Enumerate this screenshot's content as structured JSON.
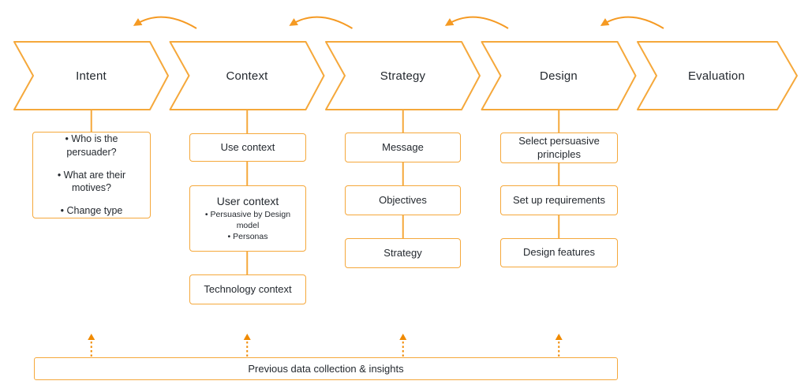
{
  "diagram": {
    "type": "process-flow",
    "stages": [
      {
        "label": "Intent"
      },
      {
        "label": "Context"
      },
      {
        "label": "Strategy"
      },
      {
        "label": "Design"
      },
      {
        "label": "Evaluation"
      }
    ],
    "columns": [
      {
        "stage": "Intent",
        "boxes": [
          {
            "bullets": [
              "Who is the persuader?",
              "What are their motives?",
              "Change type"
            ]
          }
        ]
      },
      {
        "stage": "Context",
        "boxes": [
          {
            "label": "Use context"
          },
          {
            "label": "User context",
            "bullets": [
              "Persuasive by Design model",
              "Personas"
            ]
          },
          {
            "label": "Technology context"
          }
        ]
      },
      {
        "stage": "Strategy",
        "boxes": [
          {
            "label": "Message"
          },
          {
            "label": "Objectives"
          },
          {
            "label": "Strategy"
          }
        ]
      },
      {
        "stage": "Design",
        "boxes": [
          {
            "label": "Select persuasive principles"
          },
          {
            "label": "Set up requirements"
          },
          {
            "label": "Design features"
          }
        ]
      }
    ],
    "bottom_bar": {
      "label": "Previous data collection & insights"
    },
    "icons": {
      "iteration_arrow": "curved-left-arrow-icon",
      "feedback_arrow": "dashed-up-arrow-icon"
    },
    "colors": {
      "outline": "#F5A83B",
      "iteration_arrow": "#F59A23",
      "feedback_arrow": "#F08A00",
      "text": "#24292F",
      "background": "#FFFFFF"
    }
  }
}
